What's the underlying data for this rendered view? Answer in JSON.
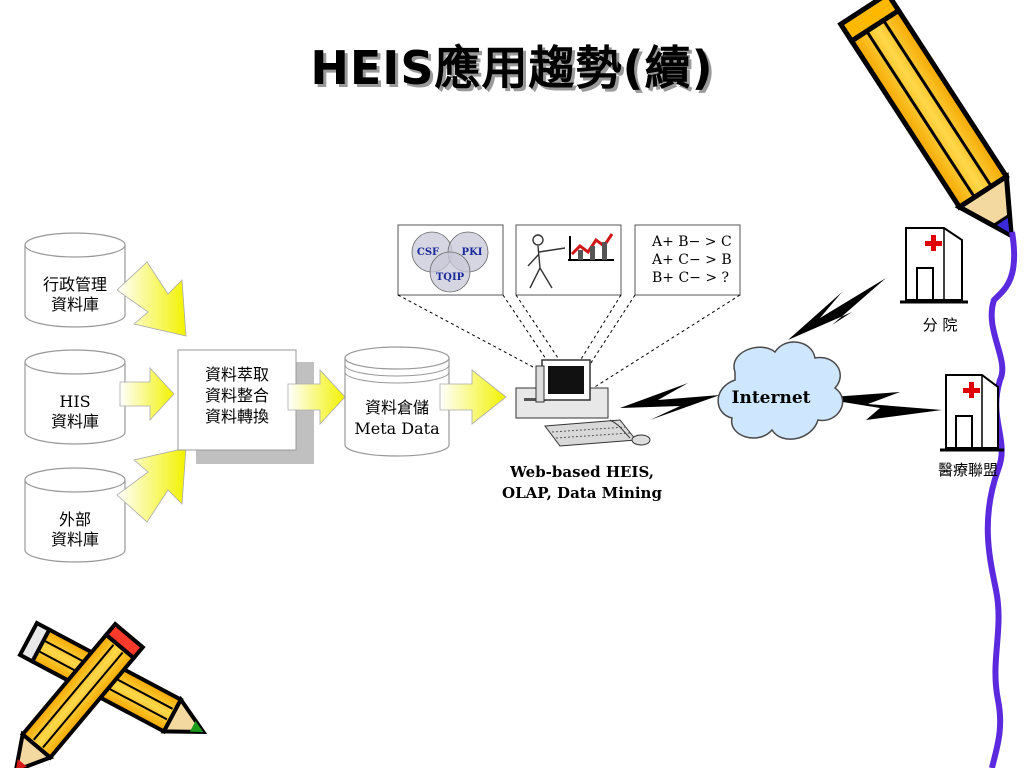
{
  "title": "HEIS應用趨勢(續)",
  "databases": [
    {
      "line1": "行政管理",
      "line2": "資料庫"
    },
    {
      "line1": "HIS",
      "line2": "資料庫"
    },
    {
      "line1": "外部",
      "line2": "資料庫"
    }
  ],
  "etl": {
    "line1": "資料萃取",
    "line2": "資料整合",
    "line3": "資料轉換"
  },
  "warehouse": {
    "line1": "資料倉儲",
    "line2": "Meta Data"
  },
  "client": {
    "line1": "Web-based HEIS,",
    "line2": "OLAP, Data Mining"
  },
  "internet": "Internet",
  "venn": {
    "csf": "CSF",
    "pki": "PKI",
    "tqip": "TQIP"
  },
  "rules": [
    "A+ B− > C",
    "A+ C− > B",
    "B+ C− > ?"
  ],
  "hospitals": {
    "branch": "分  院",
    "alliance": "醫療聯盟"
  }
}
